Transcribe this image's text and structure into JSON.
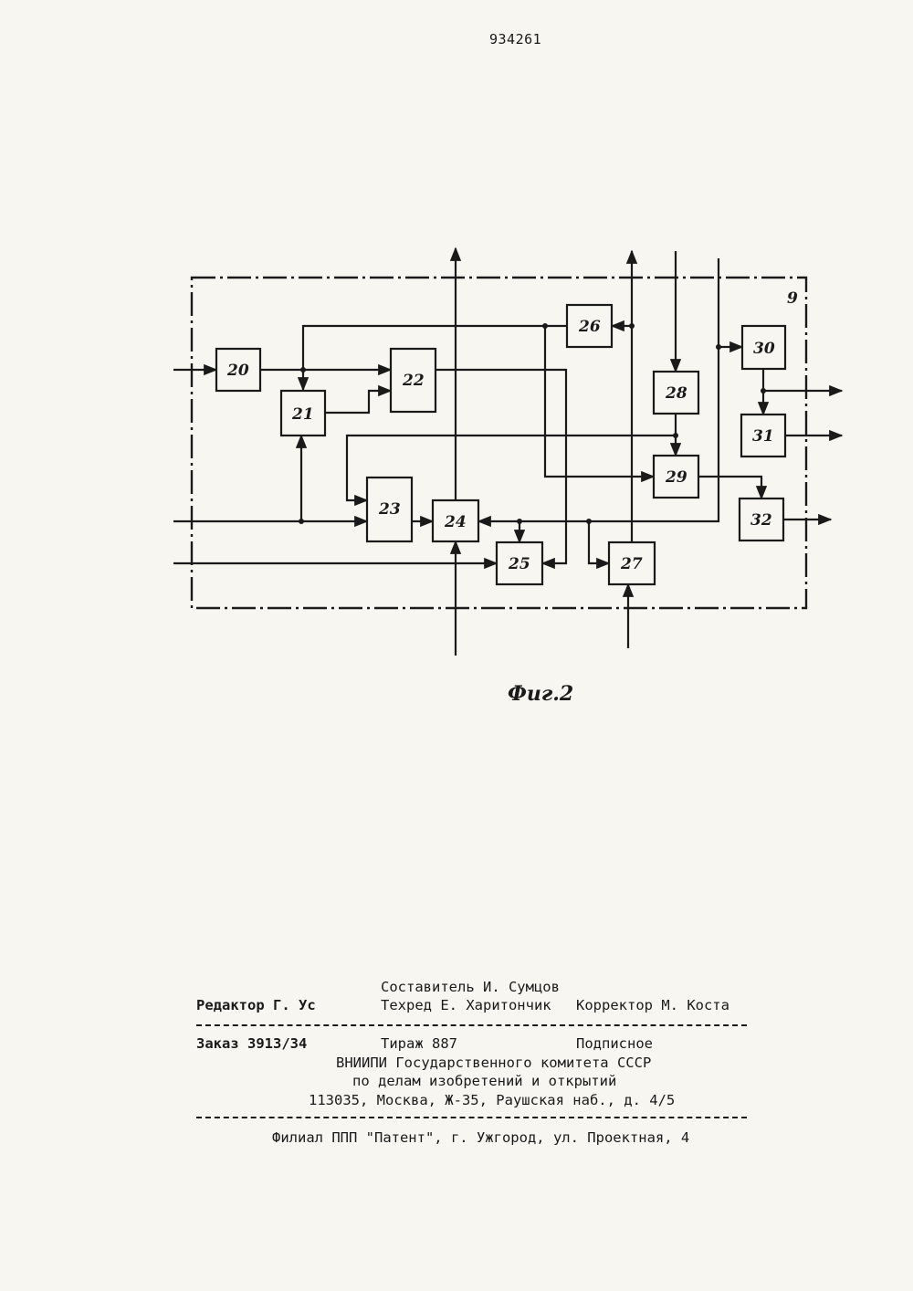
{
  "page_number": "934261",
  "diagram": {
    "frame_label": "9",
    "blocks": [
      {
        "id": "b20",
        "label": "20"
      },
      {
        "id": "b21",
        "label": "21"
      },
      {
        "id": "b22",
        "label": "22"
      },
      {
        "id": "b23",
        "label": "23"
      },
      {
        "id": "b24",
        "label": "24"
      },
      {
        "id": "b25",
        "label": "25"
      },
      {
        "id": "b26",
        "label": "26"
      },
      {
        "id": "b27",
        "label": "27"
      },
      {
        "id": "b28",
        "label": "28"
      },
      {
        "id": "b29",
        "label": "29"
      },
      {
        "id": "b30",
        "label": "30"
      },
      {
        "id": "b31",
        "label": "31"
      },
      {
        "id": "b32",
        "label": "32"
      }
    ],
    "caption": "Фиг.2"
  },
  "imprint": {
    "compiler": "Составитель И. Сумцов",
    "editor": "Редактор Г. Ус",
    "techred": "Техред Е. Харитончик",
    "corrector": "Корректор М. Коста",
    "order": "Заказ 3913/34",
    "circulation": "Тираж 887",
    "subscription": "Подписное",
    "org_line1": "ВНИИПИ Государственного комитета СССР",
    "org_line2": "по делам изобретений и открытий",
    "address": "113035, Москва, Ж-35, Раушская наб., д. 4/5",
    "branch": "Филиал ППП \"Патент\", г. Ужгород, ул. Проектная, 4"
  }
}
